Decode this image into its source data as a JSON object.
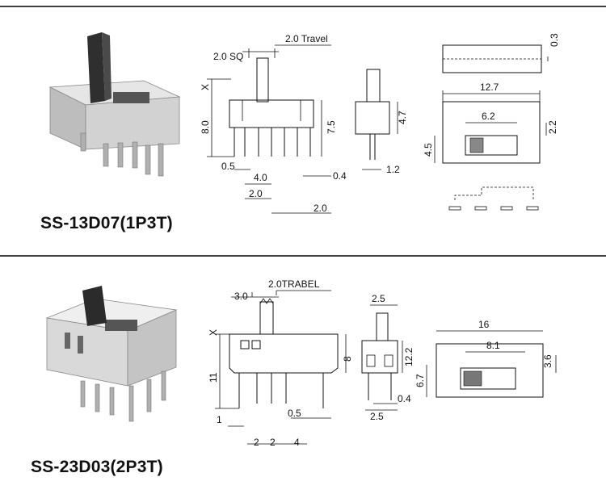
{
  "sections": [
    {
      "title": "SS-13D07(1P3T)",
      "dims": {
        "sq": "2.0 SQ",
        "travel": "2.0 Travel",
        "x": "X",
        "h": "8.0",
        "pin_w": "0.5",
        "p1": "4.0",
        "p2": "2.0",
        "p3": "2.0",
        "side_h": "7.5",
        "side_t": "0.4",
        "side_top": "4.7",
        "side_w": "1.2",
        "top_t": "0.3",
        "len": "12.7",
        "slot": "6.2",
        "slot_h": "2.2",
        "width": "4.5"
      }
    },
    {
      "title": "SS-23D03(2P3T)",
      "dims": {
        "a": "3.0",
        "trabel": "2.0TRABEL",
        "x": "X",
        "h": "11",
        "side_h": "8",
        "pin_t": "1",
        "pin_w": "0.5",
        "p1": "2",
        "p2": "2",
        "p3": "4",
        "s_top": "2.5",
        "s_h": "12.2",
        "s_t": "0.4",
        "s_bot": "2.5",
        "len": "16",
        "slot": "8.1",
        "slot_h": "3.6",
        "width": "6.7"
      }
    }
  ],
  "colors": {
    "rule": "#000000",
    "metal": "#c9c9c9",
    "knob": "#2f2f2f"
  }
}
